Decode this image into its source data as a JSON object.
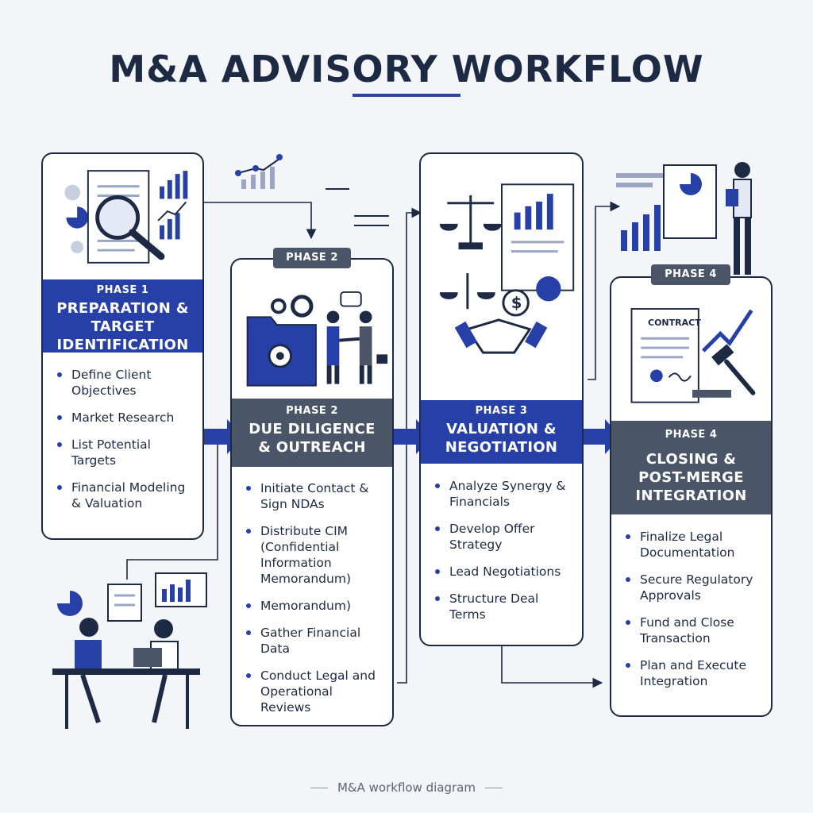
{
  "title": "M&A ADVISORY WORKFLOW",
  "caption": "M&A workflow diagram",
  "colors": {
    "navy": "#1d2a44",
    "blue": "#2740a8",
    "slate": "#4a5568"
  },
  "phases": [
    {
      "phase_label": "PHASE 1",
      "name": "PREPARATION & TARGET IDENTIFICATION",
      "items": [
        "Define Client Objectives",
        "Market Research",
        "List Potential Targets",
        "Financial Modeling & Valuation"
      ]
    },
    {
      "tag": "PHASE 2",
      "phase_label": "PHASE 2",
      "name": "DUE DILIGENCE & OUTREACH",
      "items": [
        "Initiate Contact & Sign NDAs",
        "Distribute CIM (Confidential Information Memorandum)",
        "Memorandum)",
        "Gather Financial Data",
        "Conduct Legal and Operational Reviews"
      ]
    },
    {
      "phase_label": "PHASE 3",
      "name": "VALUATION & NEGOTIATION",
      "items": [
        "Analyze Synergy & Financials",
        "Develop Offer Strategy",
        "Lead Negotiations",
        "Structure Deal Terms"
      ]
    },
    {
      "tag": "PHASE 4",
      "phase_label": "PHASE 4",
      "name": "CLOSING & POST-MERGE INTEGRATION",
      "contract_label": "CONTRACT",
      "items": [
        "Finalize Legal Documentation",
        "Secure Regulatory Approvals",
        "Fund and Close Transaction",
        "Plan and Execute Integration"
      ]
    }
  ],
  "icons": [
    "document-icon",
    "magnifier-icon",
    "bar-chart-icon",
    "pie-chart-icon",
    "folder-gear-icon",
    "handshake-icon",
    "scales-icon",
    "dollar-icon",
    "contract-icon",
    "gavel-icon",
    "meeting-people-icon",
    "presenter-icon"
  ]
}
